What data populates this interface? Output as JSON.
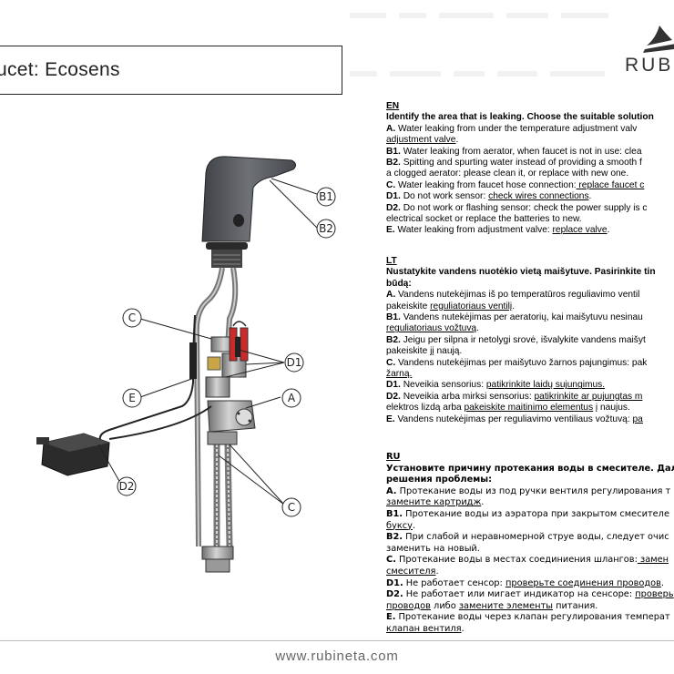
{
  "header": {
    "title": "ucet: Ecosens",
    "brand": "RUB"
  },
  "diagram": {
    "labels": {
      "b1": "B1",
      "b2": "B2",
      "c_left": "C",
      "d1": "D1",
      "e": "E",
      "a": "A",
      "d2": "D2",
      "c_bottom": "C"
    }
  },
  "en": {
    "lang": "EN",
    "heading": "Identify the area that is leaking. Choose the suitable solution",
    "lines": [
      {
        "key": "A.",
        "text": " Water leaking from under the temperature adjustment valv",
        "link": ""
      },
      {
        "key": "",
        "text": "",
        "link": "adjustment valve",
        "tail": "."
      },
      {
        "key": "B1.",
        "text": " Water leaking from aerator, when faucet is not in use: clea",
        "link": ""
      },
      {
        "key": "B2.",
        "text": " Spitting and spurting water instead of providing a smooth f",
        "link": ""
      },
      {
        "key": "",
        "text": "a clogged aerator: please clean it, or replace with new one.",
        "link": ""
      },
      {
        "key": "C.",
        "text": " Water leaking from faucet hose connection:",
        "link": " replace faucet c"
      },
      {
        "key": "D1.",
        "text": " Do not work sensor: ",
        "link": "check wires connections",
        "tail": "."
      },
      {
        "key": "D2.",
        "text": " Do not work or flashing sensor: check the power supply is c",
        "link": ""
      },
      {
        "key": "",
        "text": "electrical socket or replace the batteries to new.",
        "link": ""
      },
      {
        "key": "E.",
        "text": " Water leaking from adjustment valve: ",
        "link": "replace valve",
        "tail": "."
      }
    ]
  },
  "lt": {
    "lang": "LT",
    "heading1": "Nustatykite vandens nuotėkio vietą maišytuve. Pasirinkite tin",
    "heading2": "būdą:",
    "lines": [
      {
        "key": "A.",
        "text": " Vandens nutekėjimas iš po temperatūros reguliavimo ventil",
        "link": ""
      },
      {
        "key": "",
        "text": "pakeiskite ",
        "link": "reguliatoriaus ventilį",
        "tail": "."
      },
      {
        "key": "B1.",
        "text": " Vandens nutekėjimas per aeratorių, kai maišytuvu nesinau",
        "link": ""
      },
      {
        "key": "",
        "text": "",
        "link": "reguliatoriaus vožtuvą",
        "tail": "."
      },
      {
        "key": "B2.",
        "text": " Jeigu per silpna ir netolygi srovė, išvalykite vandens maišyt",
        "link": ""
      },
      {
        "key": "",
        "text": "pakeiskite jį naują.",
        "link": ""
      },
      {
        "key": "C.",
        "text": " Vandens nutekėjimas per maišytuvo žarnos pajungimus: pak",
        "link": ""
      },
      {
        "key": "",
        "text": "",
        "link": "žarną.",
        "tail": ""
      },
      {
        "key": "D1.",
        "text": " Neveikia sensorius: ",
        "link": "patikrinkite laidų sujungimus.",
        "tail": ""
      },
      {
        "key": "D2.",
        "text": " Neveikia arba mirksi sensorius: ",
        "link": "patikrinkite ar pujungtas m",
        "tail": ""
      },
      {
        "key": "",
        "text": "elektros lizdą arba ",
        "link": "pakeiskite maitinimo elementus",
        "tail": " į naujus."
      },
      {
        "key": "E.",
        "text": " Vandens nutekėjimas per reguliavimo ventiliaus vožtuvą: ",
        "link": "pa",
        "tail": ""
      }
    ]
  },
  "ru": {
    "lang": "RU",
    "heading1": "Установите причину протекания воды в смесителе. Далее",
    "heading2": "решения проблемы:",
    "lines": [
      {
        "key": "A.",
        "text": " Протекание воды из под ручки вентиля регулирования т",
        "link": ""
      },
      {
        "key": "",
        "text": "",
        "link": "замените картридж",
        "tail": "."
      },
      {
        "key": "B1.",
        "text": " Протекание воды из аэратора при закрытом смесителе",
        "link": ""
      },
      {
        "key": "",
        "text": "",
        "link": "буксу",
        "tail": "."
      },
      {
        "key": "B2.",
        "text": " При слабой и неравномерной струе воды, следует очис",
        "link": ""
      },
      {
        "key": "",
        "text": "заменить на новый.",
        "link": ""
      },
      {
        "key": "C.",
        "text": " Протекание воды в местах соединиения шлангов:",
        "link": " замен",
        "tail": ""
      },
      {
        "key": "",
        "text": "",
        "link": "смесителя",
        "tail": "."
      },
      {
        "key": "D1.",
        "text": " Не работает сенсор: ",
        "link": "проверьте соединения проводов",
        "tail": "."
      },
      {
        "key": "D2.",
        "text": " Не работает или мигает индикатор на сенсоре: ",
        "link": "проверь",
        "tail": ""
      },
      {
        "key": "",
        "text": "",
        "link": "проводов",
        "tail": " либо ",
        "link2": "замените элементы",
        "tail2": " питания."
      },
      {
        "key": "E.",
        "text": " Протекание воды через клапан регулирования темперaт",
        "link": ""
      },
      {
        "key": "",
        "text": "",
        "link": "клапан вентиля",
        "tail": "."
      }
    ]
  },
  "footer": {
    "url": "www.rubineta.com"
  }
}
